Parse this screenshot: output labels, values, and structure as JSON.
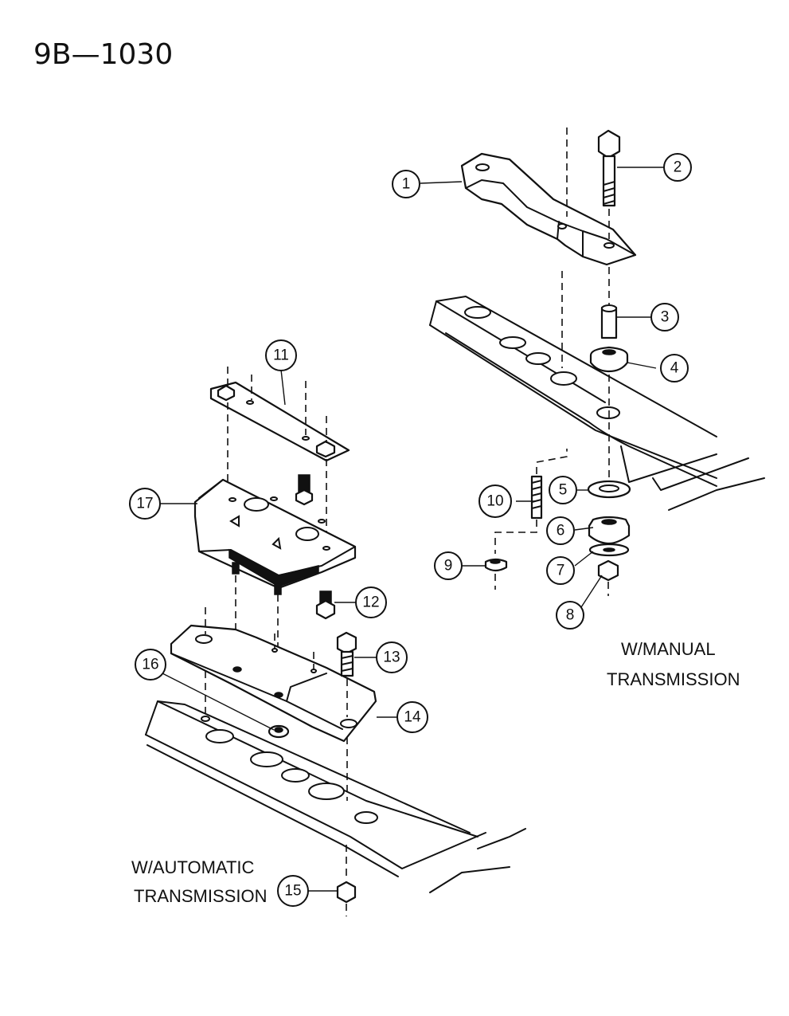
{
  "page_title": "9B—1030",
  "labels": {
    "manual_line1": "W/MANUAL",
    "manual_line2": "TRANSMISSION",
    "auto_line1": "W/AUTOMATIC",
    "auto_line2": "TRANSMISSION"
  },
  "callouts": [
    "1",
    "2",
    "3",
    "4",
    "5",
    "6",
    "7",
    "8",
    "9",
    "10",
    "11",
    "12",
    "13",
    "14",
    "15",
    "16",
    "17"
  ]
}
